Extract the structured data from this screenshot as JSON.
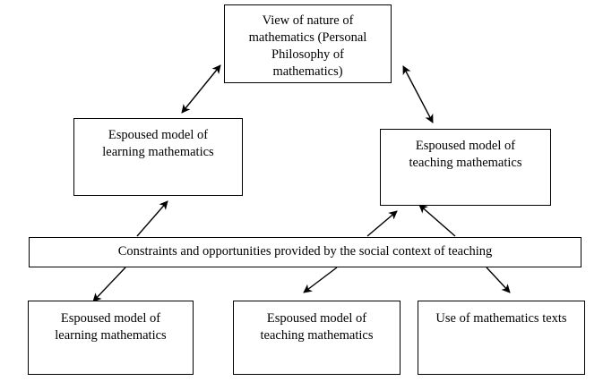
{
  "diagram": {
    "title_text": "",
    "background_color": "#ffffff",
    "stroke_color": "#000000",
    "nodes": [
      {
        "id": "view-of-nature",
        "label": "View of nature of\nmathematics (Personal\nPhilosophy of\nmathematics)"
      },
      {
        "id": "espoused-learning-upper",
        "label": "Espoused model of\nlearning mathematics"
      },
      {
        "id": "espoused-teaching-upper",
        "label": "Espoused model of\nteaching mathematics"
      },
      {
        "id": "constraints",
        "label": "Constraints and opportunities provided by the social context of teaching"
      },
      {
        "id": "espoused-learning-lower",
        "label": "Espoused model of\nlearning mathematics"
      },
      {
        "id": "espoused-teaching-lower",
        "label": "Espoused model of\nteaching mathematics"
      },
      {
        "id": "math-texts",
        "label": "Use of mathematics texts"
      }
    ],
    "edges": [
      {
        "id": "edge-view-to-learning-upper",
        "from": "espoused-learning-upper",
        "to": "view-of-nature",
        "arrowheads": "both"
      },
      {
        "id": "edge-view-to-teaching-upper",
        "from": "view-of-nature",
        "to": "espoused-teaching-upper",
        "arrowheads": "both"
      },
      {
        "id": "edge-constraints-to-learning-upper",
        "from": "constraints",
        "to": "espoused-learning-upper",
        "arrowheads": "end"
      },
      {
        "id": "edge-constraints-to-teaching-upper-left",
        "from": "constraints",
        "to": "espoused-teaching-upper",
        "arrowheads": "end"
      },
      {
        "id": "edge-constraints-to-teaching-upper-right",
        "from": "constraints",
        "to": "espoused-teaching-upper",
        "arrowheads": "end"
      },
      {
        "id": "edge-constraints-to-learning-lower",
        "from": "constraints",
        "to": "espoused-learning-lower",
        "arrowheads": "end"
      },
      {
        "id": "edge-constraints-to-teaching-lower",
        "from": "constraints",
        "to": "espoused-teaching-lower",
        "arrowheads": "end"
      },
      {
        "id": "edge-constraints-to-math-texts",
        "from": "constraints",
        "to": "math-texts",
        "arrowheads": "end"
      }
    ]
  }
}
